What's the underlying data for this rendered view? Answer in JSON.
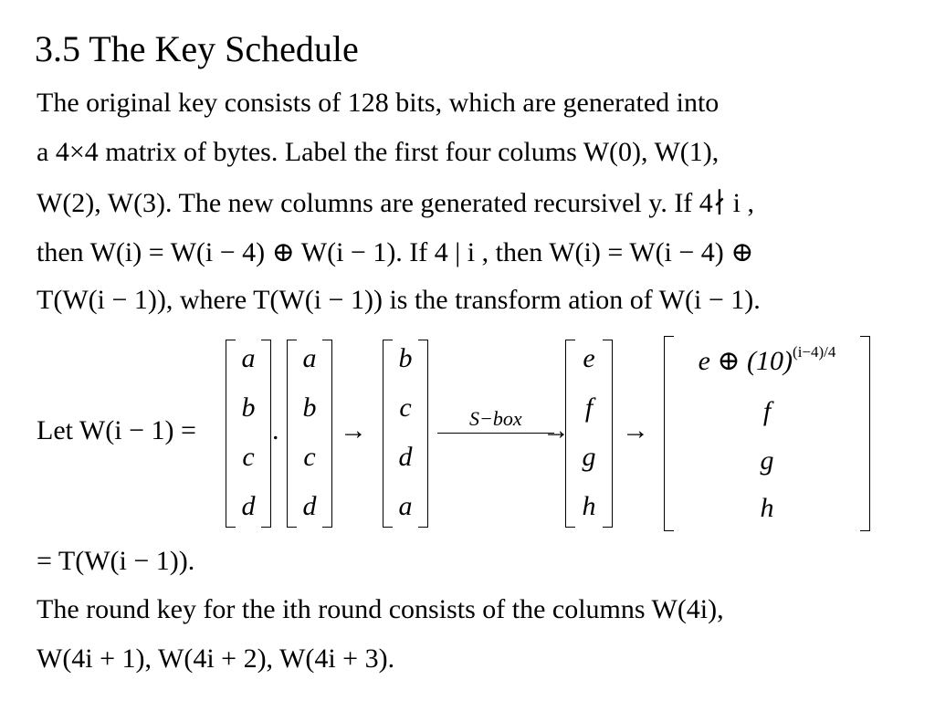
{
  "title": "3.5 The Key Schedule",
  "lines": {
    "l1": "The original  key consists  of 128 bits,  which  are generated  into",
    "l2": "a 4×4 matrix  of  bytes. Label the first  four colums  W(0), W(1),",
    "l3": "W(2), W(3). The new columns  are generated  recursivel y. If  4∤ i ,",
    "l4": "then  W(i) = W(i − 4) ⊕ W(i − 1). If  4 | i , then W(i) = W(i − 4) ⊕",
    "l5": "T(W(i − 1)), where T(W(i − 1)) is  the transform ation  of W(i − 1).",
    "l6": "= T(W(i − 1)).",
    "l7": "The round  key for the  ith round  consists  of the columns  W(4i),",
    "l8": "W(4i + 1), W(4i + 2), W(4i + 3)."
  },
  "equation": {
    "lhs": "Let W(i − 1) =",
    "m1": [
      "a",
      "b",
      "c",
      "d"
    ],
    "period": ".",
    "m2": [
      "a",
      "b",
      "c",
      "d"
    ],
    "arrow1": "→",
    "m3": [
      "b",
      "c",
      "d",
      "a"
    ],
    "sbox_label": "S−box",
    "m4": [
      "e",
      "f",
      "g",
      "h"
    ],
    "arrow2": "→",
    "m5_first": "e ⊕ (10)",
    "m5_sup": "(i−4)/4",
    "m5_rest": [
      "f",
      "g",
      "h"
    ]
  }
}
